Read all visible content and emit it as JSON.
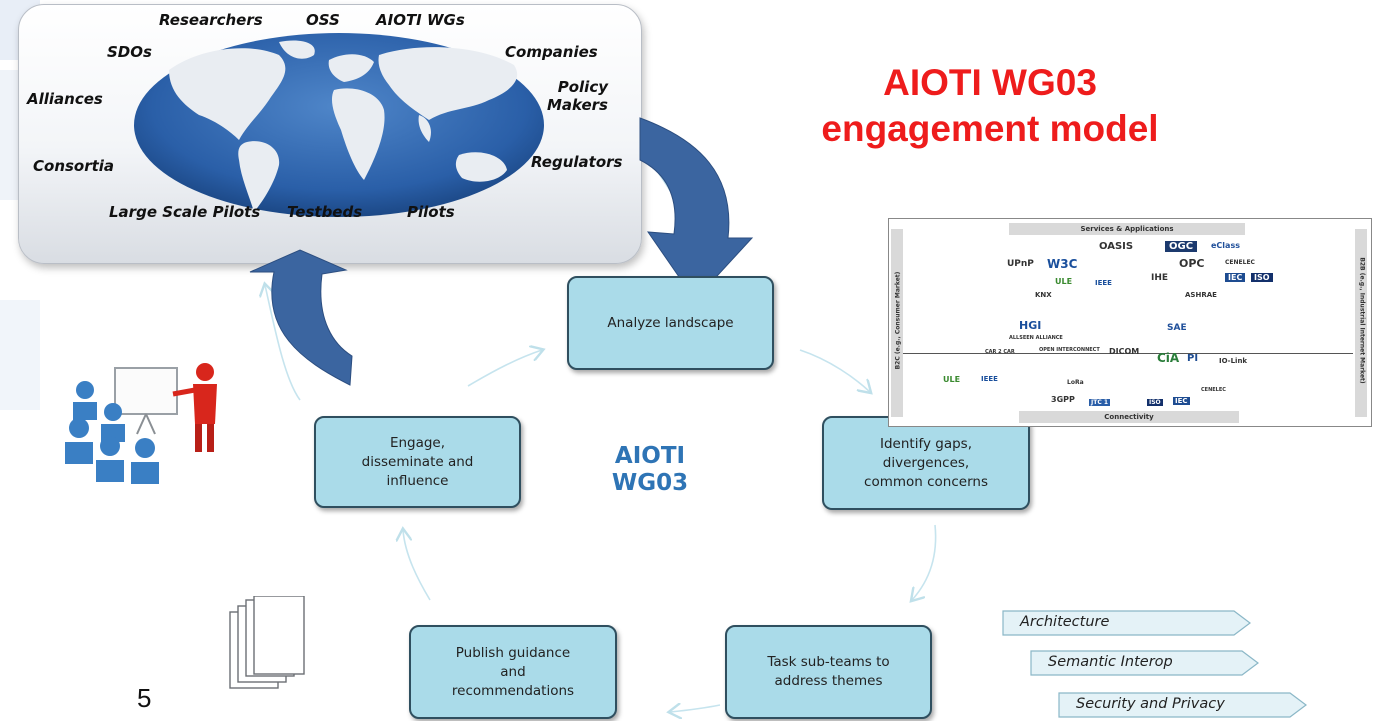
{
  "title": {
    "line1": "AIOTI WG03",
    "line2": "engagement model"
  },
  "world": {
    "labels": {
      "researchers": "Researchers",
      "oss": "OSS",
      "aioti_wgs": "AIOTI WGs",
      "sdos": "SDOs",
      "companies": "Companies",
      "alliances": "Alliances",
      "policy_makers": "Policy\nMakers",
      "consortia": "Consortia",
      "regulators": "Regulators",
      "large_scale_pilots": "Large Scale Pilots",
      "testbeds": "Testbeds",
      "pilots": "Pilots"
    }
  },
  "cycle": {
    "center": "AIOTI\nWG03",
    "analyze": "Analyze landscape",
    "identify": "Identify gaps,\ndivergences,\ncommon concerns",
    "task": "Task sub-teams to\naddress themes",
    "publish": "Publish guidance\nand\nrecommendations",
    "engage": "Engage,\ndisseminate and\ninfluence"
  },
  "landscape": {
    "top": "Services & Applications",
    "bottom": "Connectivity",
    "left": "B2C (e.g., Consumer Market)",
    "right": "B2B (e.g., Industrial Internet Market)",
    "logos": [
      "OASIS",
      "OGC",
      "eClass",
      "UPnP",
      "W3C",
      "OPC",
      "CENELEC",
      "IEC",
      "ISO",
      "IHE",
      "IEEE",
      "ULE",
      "ASHRAE",
      "KNX",
      "HGI",
      "ALLSEEN ALLIANCE",
      "SAE",
      "DICOM",
      "CiA",
      "PI",
      "IO-Link",
      "IEEE",
      "ULE",
      "LoRa",
      "3GPP",
      "JTC 1",
      "ISO",
      "IEC",
      "CENELEC",
      "CAR 2 CAR",
      "OPEN INTERCONNECT"
    ]
  },
  "themes": [
    "Architecture",
    "Semantic Interop",
    "Security and Privacy"
  ],
  "page_number": "5",
  "colors": {
    "title": "#ee1c1c",
    "box_fill": "#aadbe9",
    "box_border": "#2f4f5f",
    "center_text": "#2e74b5",
    "big_arrow": "#3b65a0",
    "ocean": "#2a5fa8",
    "land": "#e9edf2",
    "theme_fill": "#e4f2f7"
  },
  "icons": {
    "presenter": "presentation-audience-icon",
    "documents": "document-stack-icon"
  }
}
